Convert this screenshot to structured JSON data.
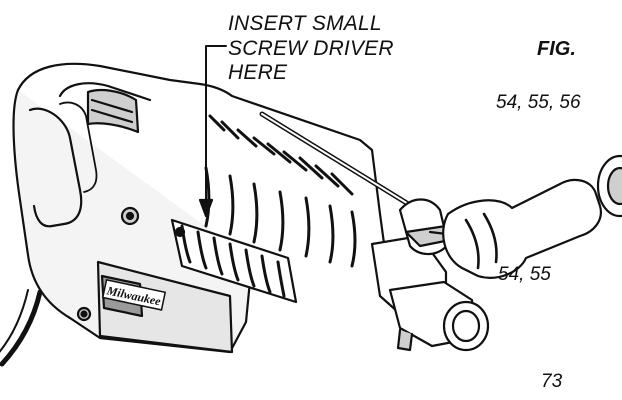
{
  "callout": {
    "lines": [
      "INSERT SMALL",
      "SCREW DRIVER",
      "HERE"
    ]
  },
  "figure": {
    "label": "FIG.",
    "ref_upper": "54, 55, 56",
    "ref_lower": "54, 55",
    "page_number": "73"
  },
  "brand_badge": "Milwaukee",
  "colors": {
    "ink": "#111111",
    "paper": "#ffffff",
    "shade": "#cfcfcf",
    "shade_dark": "#9a9a9a"
  }
}
